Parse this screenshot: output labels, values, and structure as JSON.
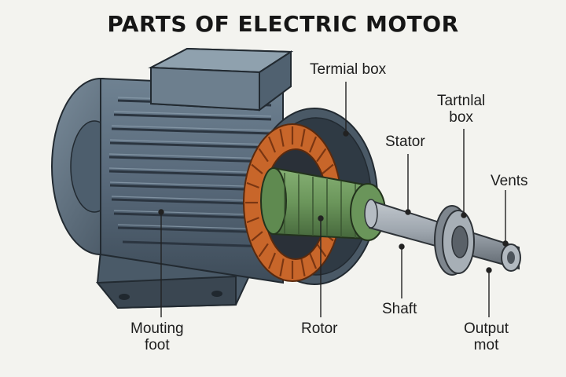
{
  "title": "PARTS OF ELECTRIC MOTOR",
  "labels": {
    "terminal_box": "Termial box",
    "tartnlal_box": [
      "Tartnlal",
      "box"
    ],
    "stator": "Stator",
    "vents": "Vents",
    "mounting_foot": [
      "Mouting",
      "foot"
    ],
    "rotor": "Rotor",
    "shaft": "Shaft",
    "output": [
      "Output",
      "mot"
    ]
  },
  "colors": {
    "background": "#f3f3ef",
    "housing": "#5b6d7d",
    "copper": "#c8662a",
    "rotor": "#6e9a5c",
    "shaft": "#9aa2aa"
  }
}
